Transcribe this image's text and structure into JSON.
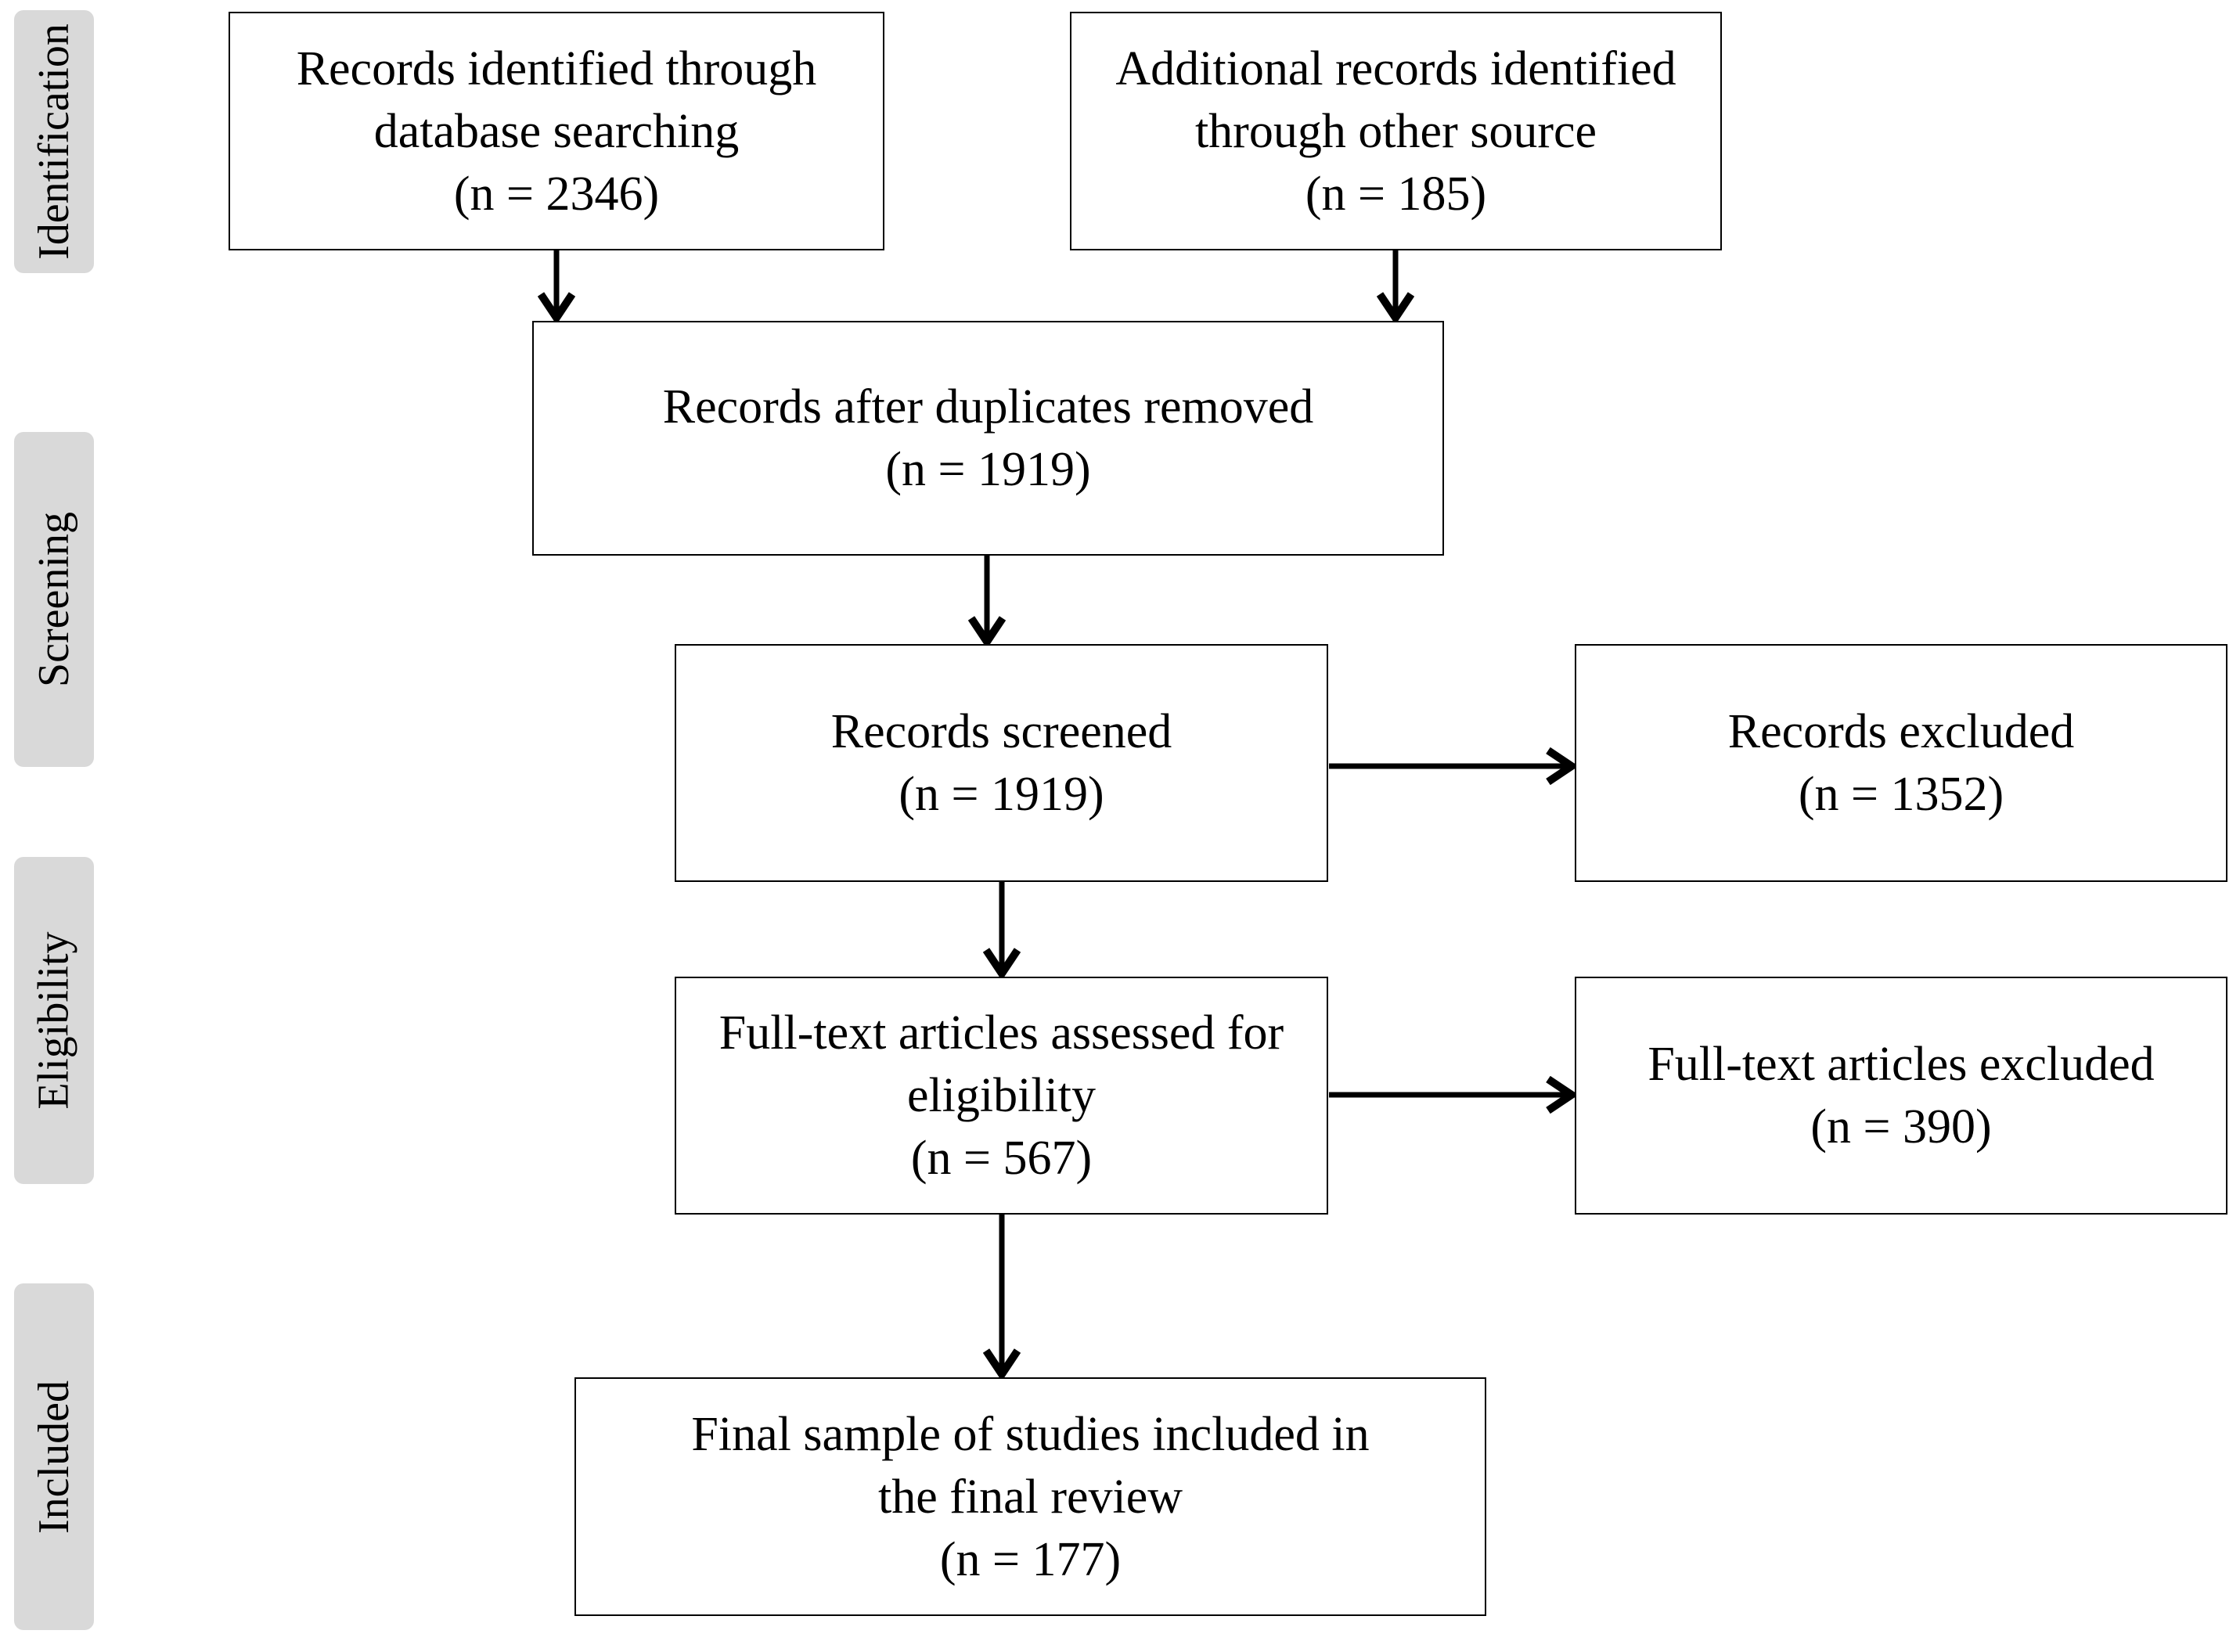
{
  "diagram_type": "prisma-flow",
  "sidebar": {
    "identification": {
      "label": "Identification"
    },
    "screening": {
      "label": "Screening"
    },
    "eligibility": {
      "label": "Eligibility"
    },
    "included": {
      "label": "Included"
    }
  },
  "boxes": {
    "identified": {
      "text": "Records identified through\ndatabase searching\n(n = 2346)",
      "n": 2346
    },
    "additional": {
      "text": "Additional records identified\nthrough other source\n(n = 185)",
      "n": 185
    },
    "deduplicated": {
      "text": "Records after duplicates removed\n(n = 1919)",
      "n": 1919
    },
    "screened": {
      "text": "Records screened\n(n = 1919)",
      "n": 1919
    },
    "records_excluded": {
      "text": "Records excluded\n(n = 1352)",
      "n": 1352
    },
    "fulltext_assessed": {
      "text": "Full-text articles assessed for\neligibility\n(n = 567)",
      "n": 567
    },
    "fulltext_excluded": {
      "text": "Full-text articles excluded\n(n = 390)",
      "n": 390
    },
    "final_included": {
      "text": "Final sample of studies included in\nthe final review\n(n = 177)",
      "n": 177
    }
  },
  "colors": {
    "stage_bg": "#d9d9d9",
    "box_border": "#000000",
    "arrow": "#000000",
    "text": "#000000",
    "background": "#ffffff"
  }
}
